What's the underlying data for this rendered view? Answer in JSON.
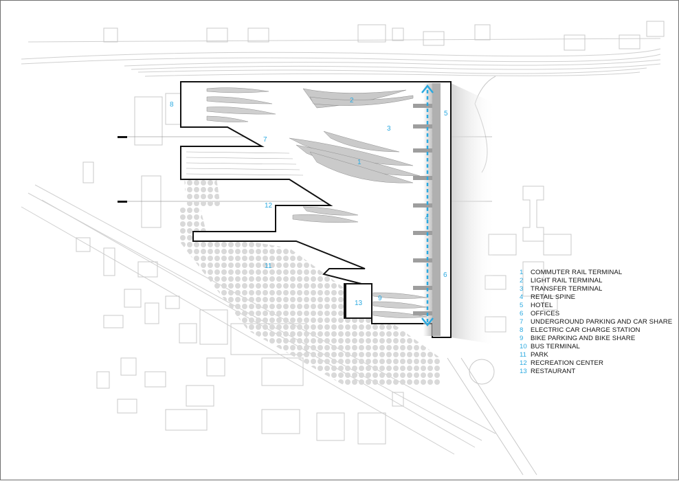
{
  "colors": {
    "accent": "#2aa9e0",
    "building_outline": "#111111",
    "context": "#c8c8c8",
    "shade": "#bdbdbd",
    "tree": "#d6d6d6"
  },
  "callouts": {
    "n1": "1",
    "n2": "2",
    "n3": "3",
    "n4": "4",
    "n5": "5",
    "n6": "6",
    "n7": "7",
    "n8": "8",
    "n9": "9",
    "n11": "11",
    "n12": "12",
    "n13": "13"
  },
  "legend": {
    "items": [
      {
        "num": "1",
        "label": "COMMUTER RAIL TERMINAL"
      },
      {
        "num": "2",
        "label": "LIGHT RAIL TERMINAL"
      },
      {
        "num": "3",
        "label": "TRANSFER TERMINAL"
      },
      {
        "num": "4",
        "label": "RETAIL SPINE"
      },
      {
        "num": "5",
        "label": "HOTEL"
      },
      {
        "num": "6",
        "label": "OFFICES"
      },
      {
        "num": "7",
        "label": "UNDERGROUND PARKING AND CAR SHARE"
      },
      {
        "num": "8",
        "label": "ELECTRIC CAR CHARGE STATION"
      },
      {
        "num": "9",
        "label": "BIKE PARKING AND BIKE SHARE"
      },
      {
        "num": "10",
        "label": "BUS TERMINAL"
      },
      {
        "num": "11",
        "label": "PARK"
      },
      {
        "num": "12",
        "label": "RECREATION CENTER"
      },
      {
        "num": "13",
        "label": "RESTAURANT"
      }
    ]
  }
}
